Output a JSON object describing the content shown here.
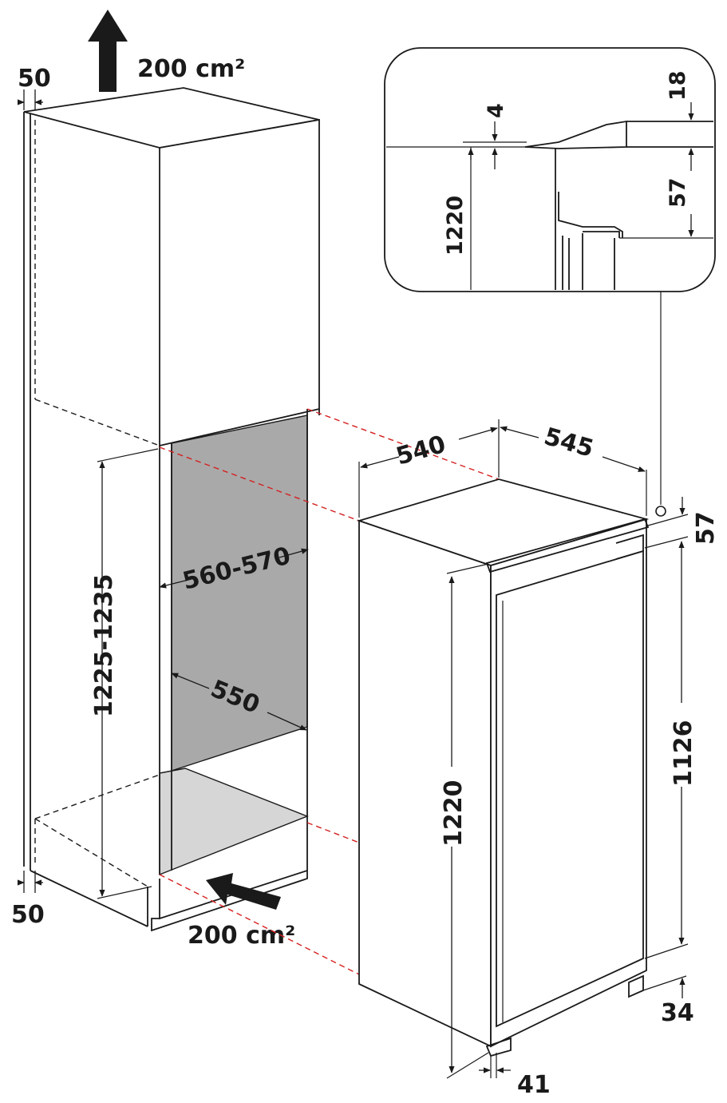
{
  "labels": {
    "vent_top": "200 cm²",
    "vent_bottom": "200 cm²",
    "gap_top": "50",
    "gap_bottom": "50",
    "niche_height": "1225-1235",
    "niche_width": "560-570",
    "niche_depth": "550",
    "appliance_width": "540",
    "appliance_depth": "545",
    "appliance_height": "1220",
    "door_height": "1126",
    "top_offset": "57",
    "bottom_offset": "34",
    "door_offset": "41",
    "detail_height": "1220",
    "detail_gap": "4",
    "detail_top": "18",
    "detail_offset": "57"
  },
  "colors": {
    "niche_back": "#a9a9a9",
    "niche_floor": "#d6d6d6",
    "alignment_lines": "#d42020",
    "stroke": "#1a1a1a"
  }
}
